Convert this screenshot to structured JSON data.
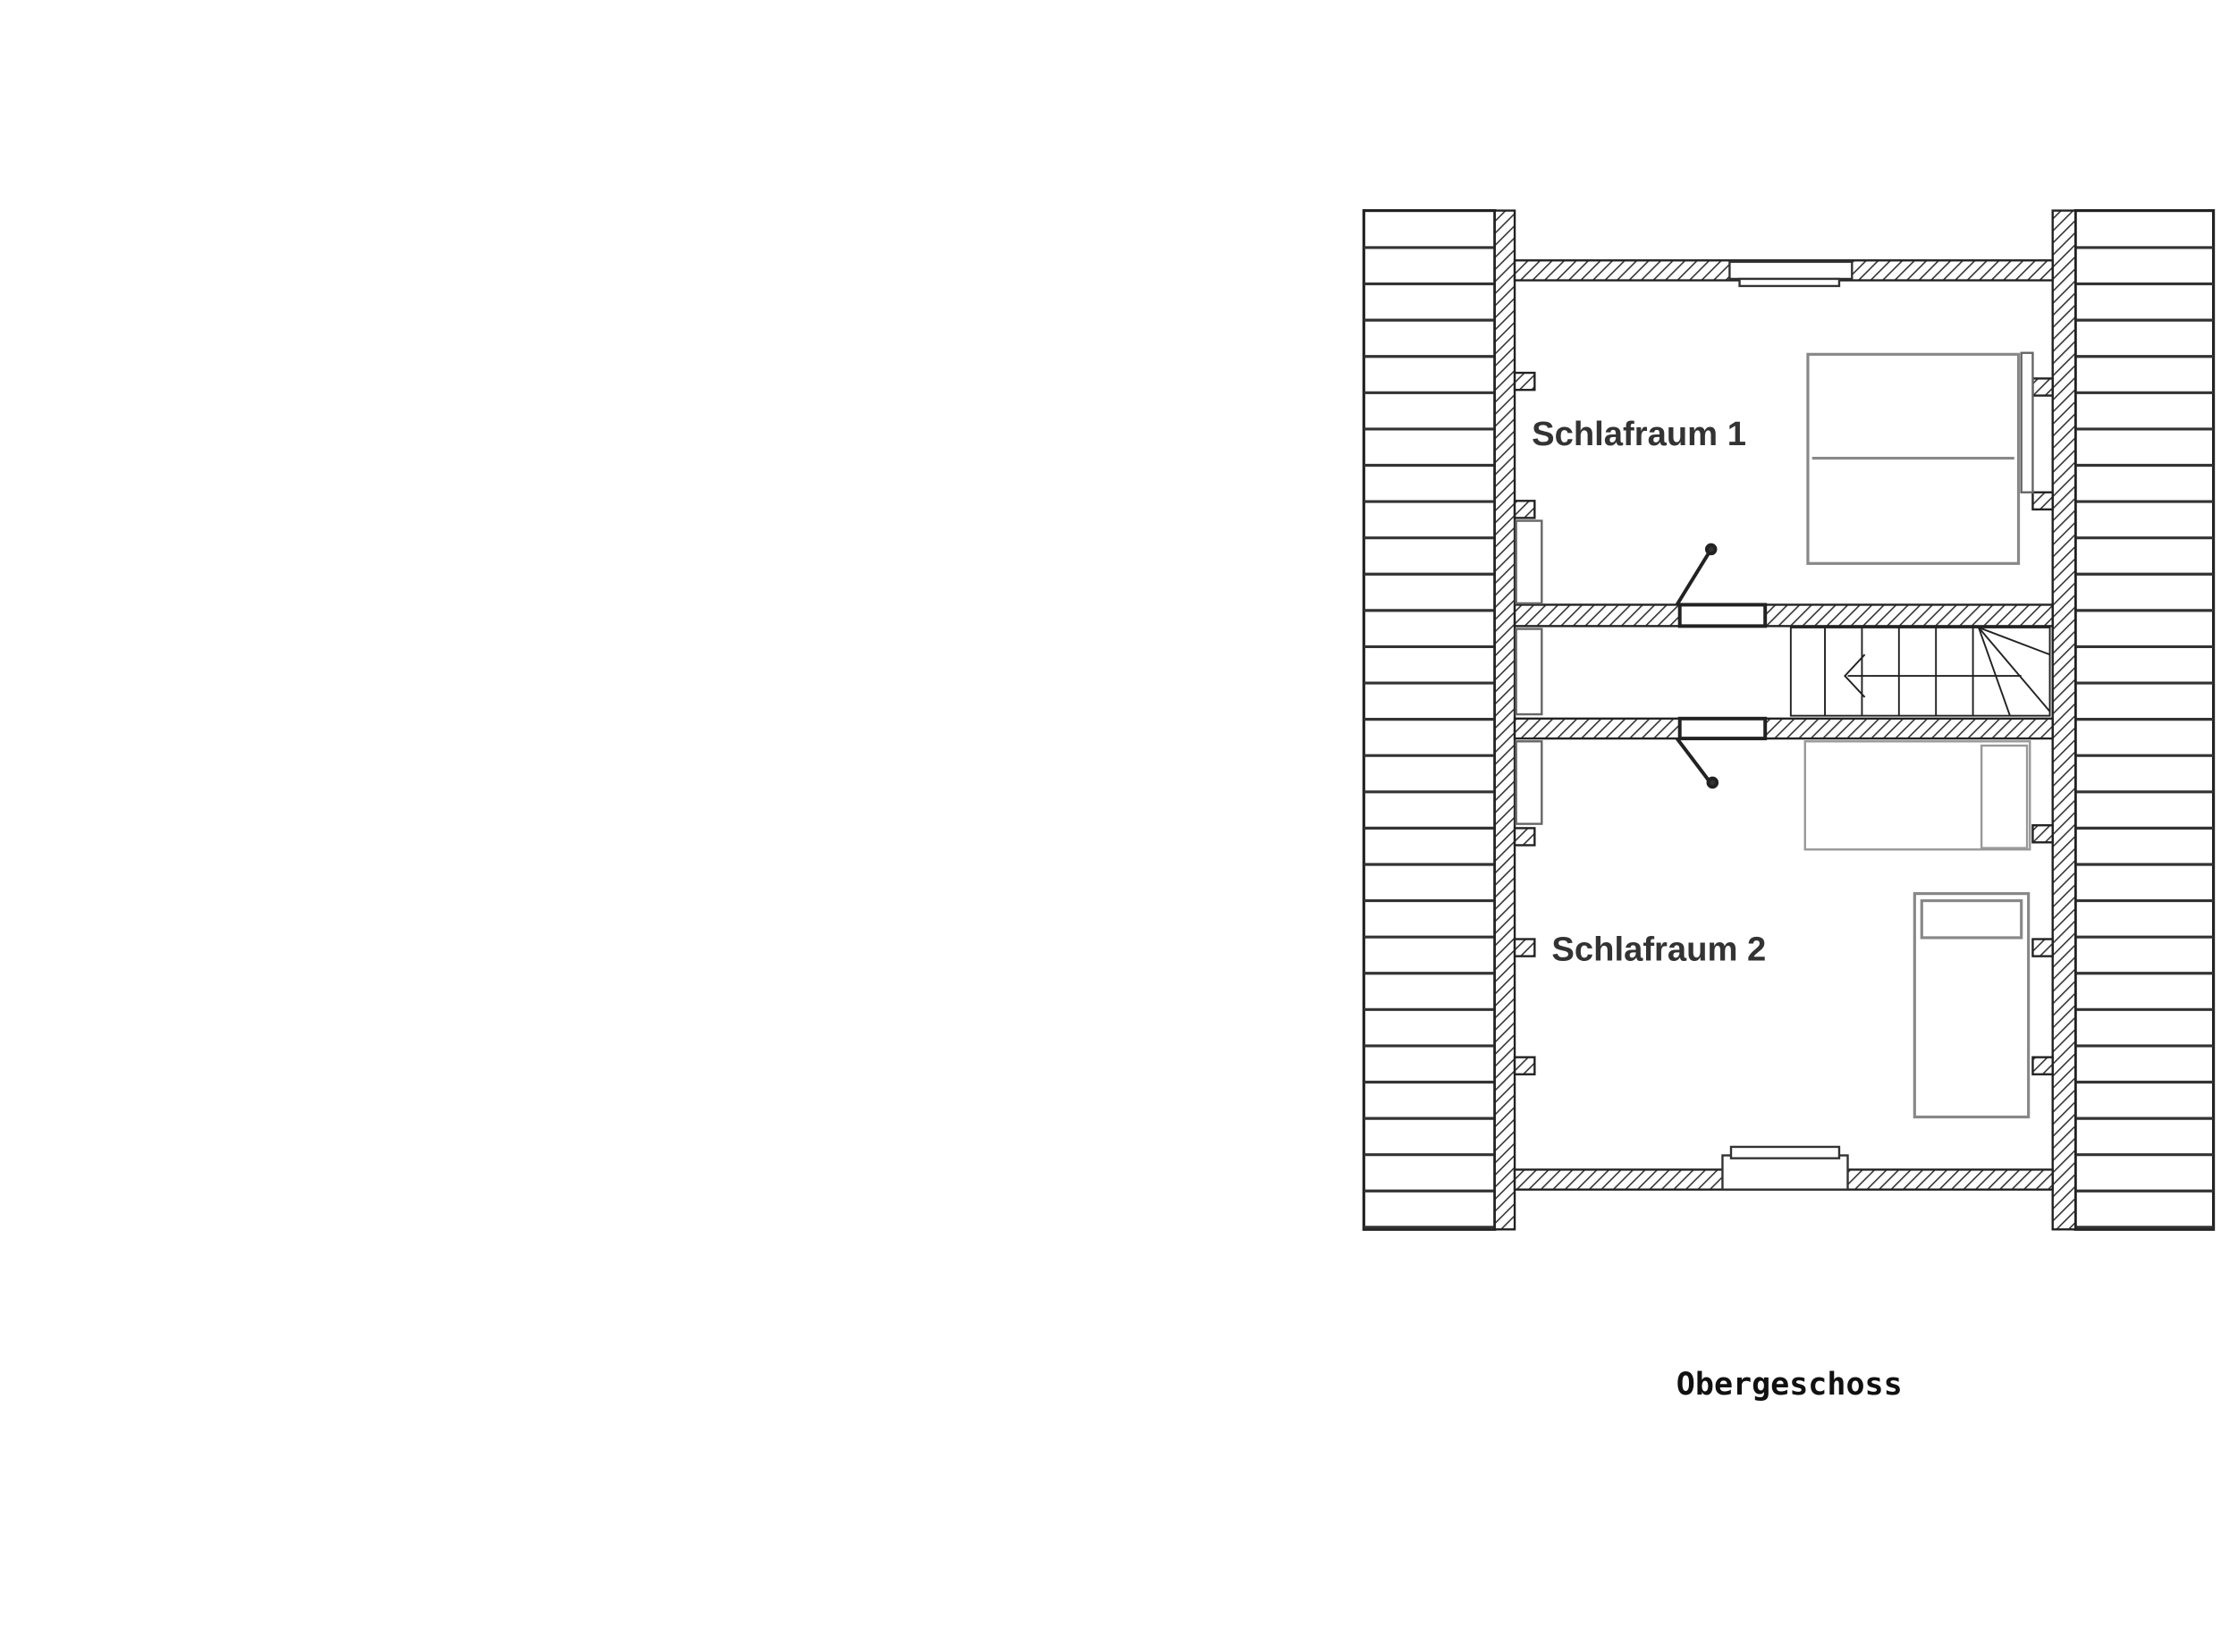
{
  "plan": {
    "rooms": [
      {
        "label": "Schlafraum 1"
      },
      {
        "label": "Schlafraum 2"
      }
    ],
    "caption": "Obergeschoss",
    "colors": {
      "line": "#222222",
      "furniture": "#888888",
      "background": "#ffffff"
    }
  }
}
